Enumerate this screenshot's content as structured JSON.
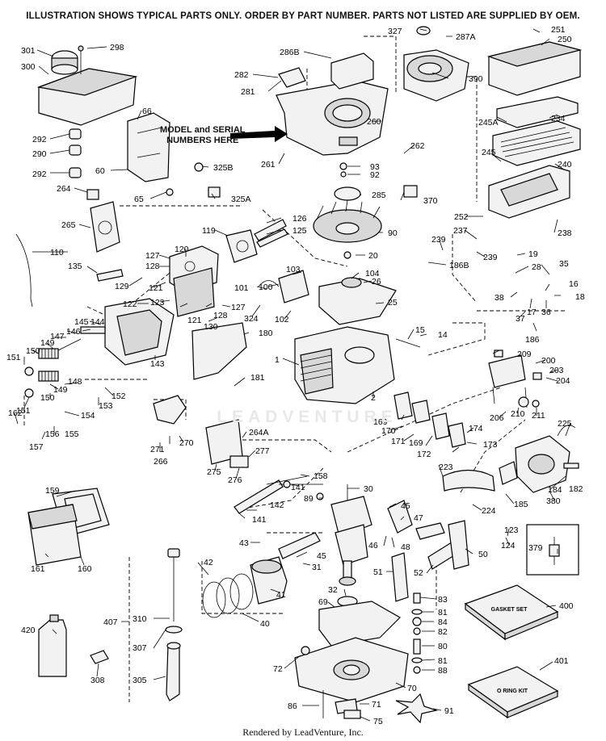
{
  "header_text": "ILLUSTRATION SHOWS TYPICAL PARTS ONLY. ORDER BY PART NUMBER. PARTS NOT LISTED ARE SUPPLIED BY OEM.",
  "callout_note": [
    "MODEL and SERIAL",
    "NUMBERS HERE"
  ],
  "watermark": "LEADVENTURE",
  "footer_text": "Rendered by LeadVenture, Inc.",
  "gasket_set_label": "GASKET SET",
  "oring_kit_label": "O RING KIT",
  "part_labels": {
    "p301": "301",
    "p298": "298",
    "p300": "300",
    "p327": "327",
    "p287A": "287A",
    "p251": "251",
    "p250": "250",
    "p286B": "286B",
    "p282": "282",
    "p281": "281",
    "p390": "390",
    "p66": "66",
    "p260": "260",
    "p245A": "245A",
    "p234": "234",
    "p292a": "292",
    "p290": "290",
    "p292b": "292",
    "p60": "60",
    "p262": "262",
    "p261": "261",
    "p93": "93",
    "p92": "92",
    "p245": "245",
    "p240": "240",
    "p325B": "325B",
    "p264": "264",
    "p65": "65",
    "p325A": "325A",
    "p285": "285",
    "p370": "370",
    "p252": "252",
    "p265": "265",
    "p126": "126",
    "p125": "125",
    "p119": "119",
    "p90": "90",
    "p238": "238",
    "p237": "237",
    "p239a": "239",
    "p239b": "239",
    "p110": "110",
    "p120": "120",
    "p127a": "127",
    "p128a": "128",
    "p20": "20",
    "p186B": "186B",
    "p19": "19",
    "p135": "135",
    "p129": "129",
    "p121a": "121",
    "p103": "103",
    "p104": "104",
    "p26": "26",
    "p28": "28",
    "p35": "35",
    "p101": "101",
    "p100": "100",
    "p16": "16",
    "p122": "122",
    "p123a": "123",
    "p127b": "127",
    "p121b": "121",
    "p128b": "128",
    "p324": "324",
    "p102": "102",
    "p25": "25",
    "p38": "38",
    "p17": "17",
    "p36": "36",
    "p18": "18",
    "p145": "145",
    "p144": "144",
    "p146": "146",
    "p147": "147",
    "p130": "130",
    "p37": "37",
    "p149a": "149",
    "p180": "180",
    "p15": "15",
    "p14": "14",
    "p150a": "150",
    "p151a": "151",
    "p143": "143",
    "p186": "186",
    "p209": "209",
    "p1": "1",
    "p200": "200",
    "p203": "203",
    "p204": "204",
    "p148": "148",
    "p181": "181",
    "p149b": "149",
    "p152": "152",
    "p153": "153",
    "p2": "2",
    "p151b": "151",
    "p150b": "150",
    "p206": "206",
    "p210": "210",
    "p211": "211",
    "p154": "154",
    "p162": "162",
    "p155": "155",
    "p156": "156",
    "p169a": "169",
    "p174": "174",
    "p225": "225",
    "p157": "157",
    "p266": "266",
    "p271": "271",
    "p270": "270",
    "p264A": "264A",
    "p170": "170",
    "p171": "171",
    "p169b": "169",
    "p172": "172",
    "p173": "173",
    "p277": "277",
    "p223": "223",
    "p275": "275",
    "p276": "276",
    "p158": "158",
    "p182": "182",
    "p184": "184",
    "p380": "380",
    "p159": "159",
    "p141a": "141",
    "p30": "30",
    "p89": "89",
    "p185": "185",
    "p224": "224",
    "p142": "142",
    "p141b": "141",
    "p45a": "45",
    "p47": "47",
    "p123b": "123",
    "p379": "379",
    "p48": "48",
    "p46": "46",
    "p124": "124",
    "p43": "43",
    "p161": "161",
    "p160": "160",
    "p45b": "45",
    "p50": "50",
    "p42": "42",
    "p31": "31",
    "p51": "51",
    "p52": "52",
    "p41": "41",
    "p32": "32",
    "p83": "83",
    "p400": "400",
    "p407": "407",
    "p310": "310",
    "p69": "69",
    "p40": "40",
    "p81a": "81",
    "p84": "84",
    "p420": "420",
    "p82": "82",
    "p307": "307",
    "p80": "80",
    "p401": "401",
    "p81b": "81",
    "p308": "308",
    "p72": "72",
    "p88": "88",
    "p305": "305",
    "p70": "70",
    "p86": "86",
    "p71": "71",
    "p91": "91",
    "p75": "75"
  }
}
